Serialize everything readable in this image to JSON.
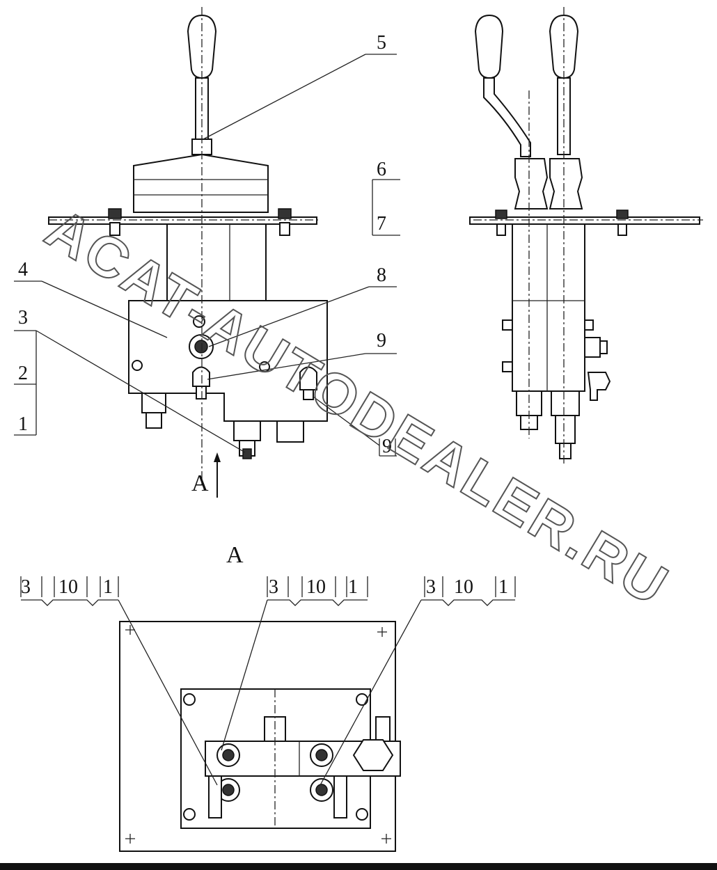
{
  "callouts": {
    "c1": "1",
    "c2": "2",
    "c3": "3",
    "c4": "4",
    "c5": "5",
    "c6": "6",
    "c7": "7",
    "c8": "8",
    "c9": "9",
    "c9b": "9"
  },
  "view_marker": "A",
  "view_title": "A",
  "groups": [
    {
      "g1": "3",
      "g2": "10",
      "g3": "1"
    },
    {
      "g1": "3",
      "g2": "10",
      "g3": "1"
    },
    {
      "g1": "3",
      "g2": "10",
      "g3": "1"
    }
  ],
  "watermark": "ACAT-AUTODEALER.RU",
  "colors": {
    "ink": "#111111",
    "paper": "#ffffff",
    "watermark": "#555555"
  }
}
